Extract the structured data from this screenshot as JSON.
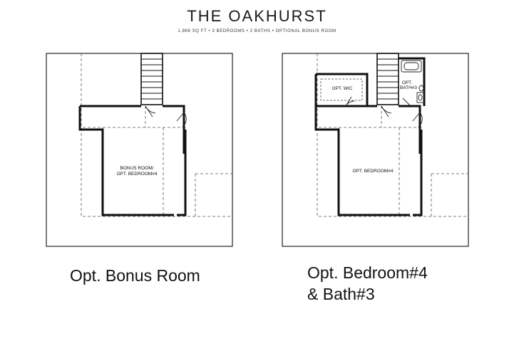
{
  "header": {
    "title": "THE OAKHURST",
    "subtitle": "1,866 SQ FT • 3 BEDROOMS • 2 BATHS • OPTIONAL BONUS ROOM"
  },
  "plans": [
    {
      "rooms": [
        "BONUS ROOM/",
        "OPT. BEDROOM#4"
      ],
      "caption_lines": [
        "Opt. Bonus Room"
      ]
    },
    {
      "rooms": [
        "OPT. BEDROOM#4"
      ],
      "extras": [
        "OPT. WIC",
        "OPT.",
        "BATH#3"
      ],
      "caption_lines": [
        "Opt. Bedroom#4",
        "& Bath#3"
      ]
    }
  ]
}
